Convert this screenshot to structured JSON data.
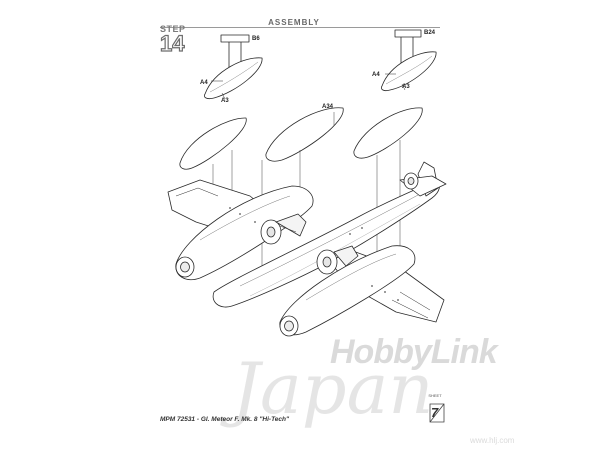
{
  "header": {
    "title": "ASSEMBLY",
    "step_label": "STEP",
    "step_number": "14"
  },
  "parts": {
    "b6": "B6",
    "b24": "B24",
    "a4_left": "A4",
    "a3_left": "A3",
    "a4_right": "A4",
    "a3_right": "A3",
    "a34": "A34"
  },
  "footer": {
    "caption": "MPM 72531 - Gl. Meteor F. Mk. 8 \"Hi-Tech\"",
    "sheet_label": "SHEET",
    "sheet_number": "7"
  },
  "watermark": {
    "brand": "HobbyLink",
    "country": "Japan",
    "url": "www.hlj.com"
  }
}
